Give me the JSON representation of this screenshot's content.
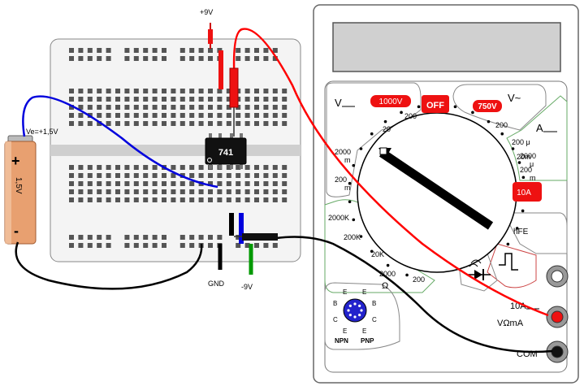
{
  "supply": {
    "positive": "+9V",
    "negative": "-9V",
    "ground": "GND"
  },
  "chip": {
    "label": "741"
  },
  "battery": {
    "label": "1,5V",
    "plus": "+",
    "minus": "-",
    "voltage_label": "Ve=+1,5V"
  },
  "meter": {
    "dc_volts": "V",
    "ac_volts": "V~",
    "dc_amps": "A",
    "badge_1000v": "1000V",
    "badge_off": "OFF",
    "badge_750v": "750V",
    "badge_10a": "10A",
    "dcv_ticks": [
      "200",
      "20",
      "2000\nm",
      "200\nm"
    ],
    "acv_ticks": [
      "200"
    ],
    "dca_ticks": [
      "200 μ",
      "2000\nμ",
      "20m",
      "200\nm"
    ],
    "ohm_ticks": [
      "2000K",
      "200K",
      "20K",
      "2000",
      "200"
    ],
    "ohm_symbol": "Ω",
    "hfe": "hFE",
    "jack_10a": "10A",
    "jack_vohm": "VΩmA",
    "jack_com": "COM",
    "transistor_left": [
      "E",
      "B",
      "C",
      "E"
    ],
    "transistor_right": [
      "E",
      "B",
      "C",
      "E"
    ],
    "npn": "NPN",
    "pnp": "PNP"
  },
  "colors": {
    "red_wire": "#ff0000",
    "blue_wire": "#0000dd",
    "black_wire": "#000000",
    "board": "#f4f4f4",
    "meter_body": "#ffffff",
    "lcd": "#d0d0d0",
    "battery": "#e8a070",
    "green_arc": "#66aa66"
  }
}
